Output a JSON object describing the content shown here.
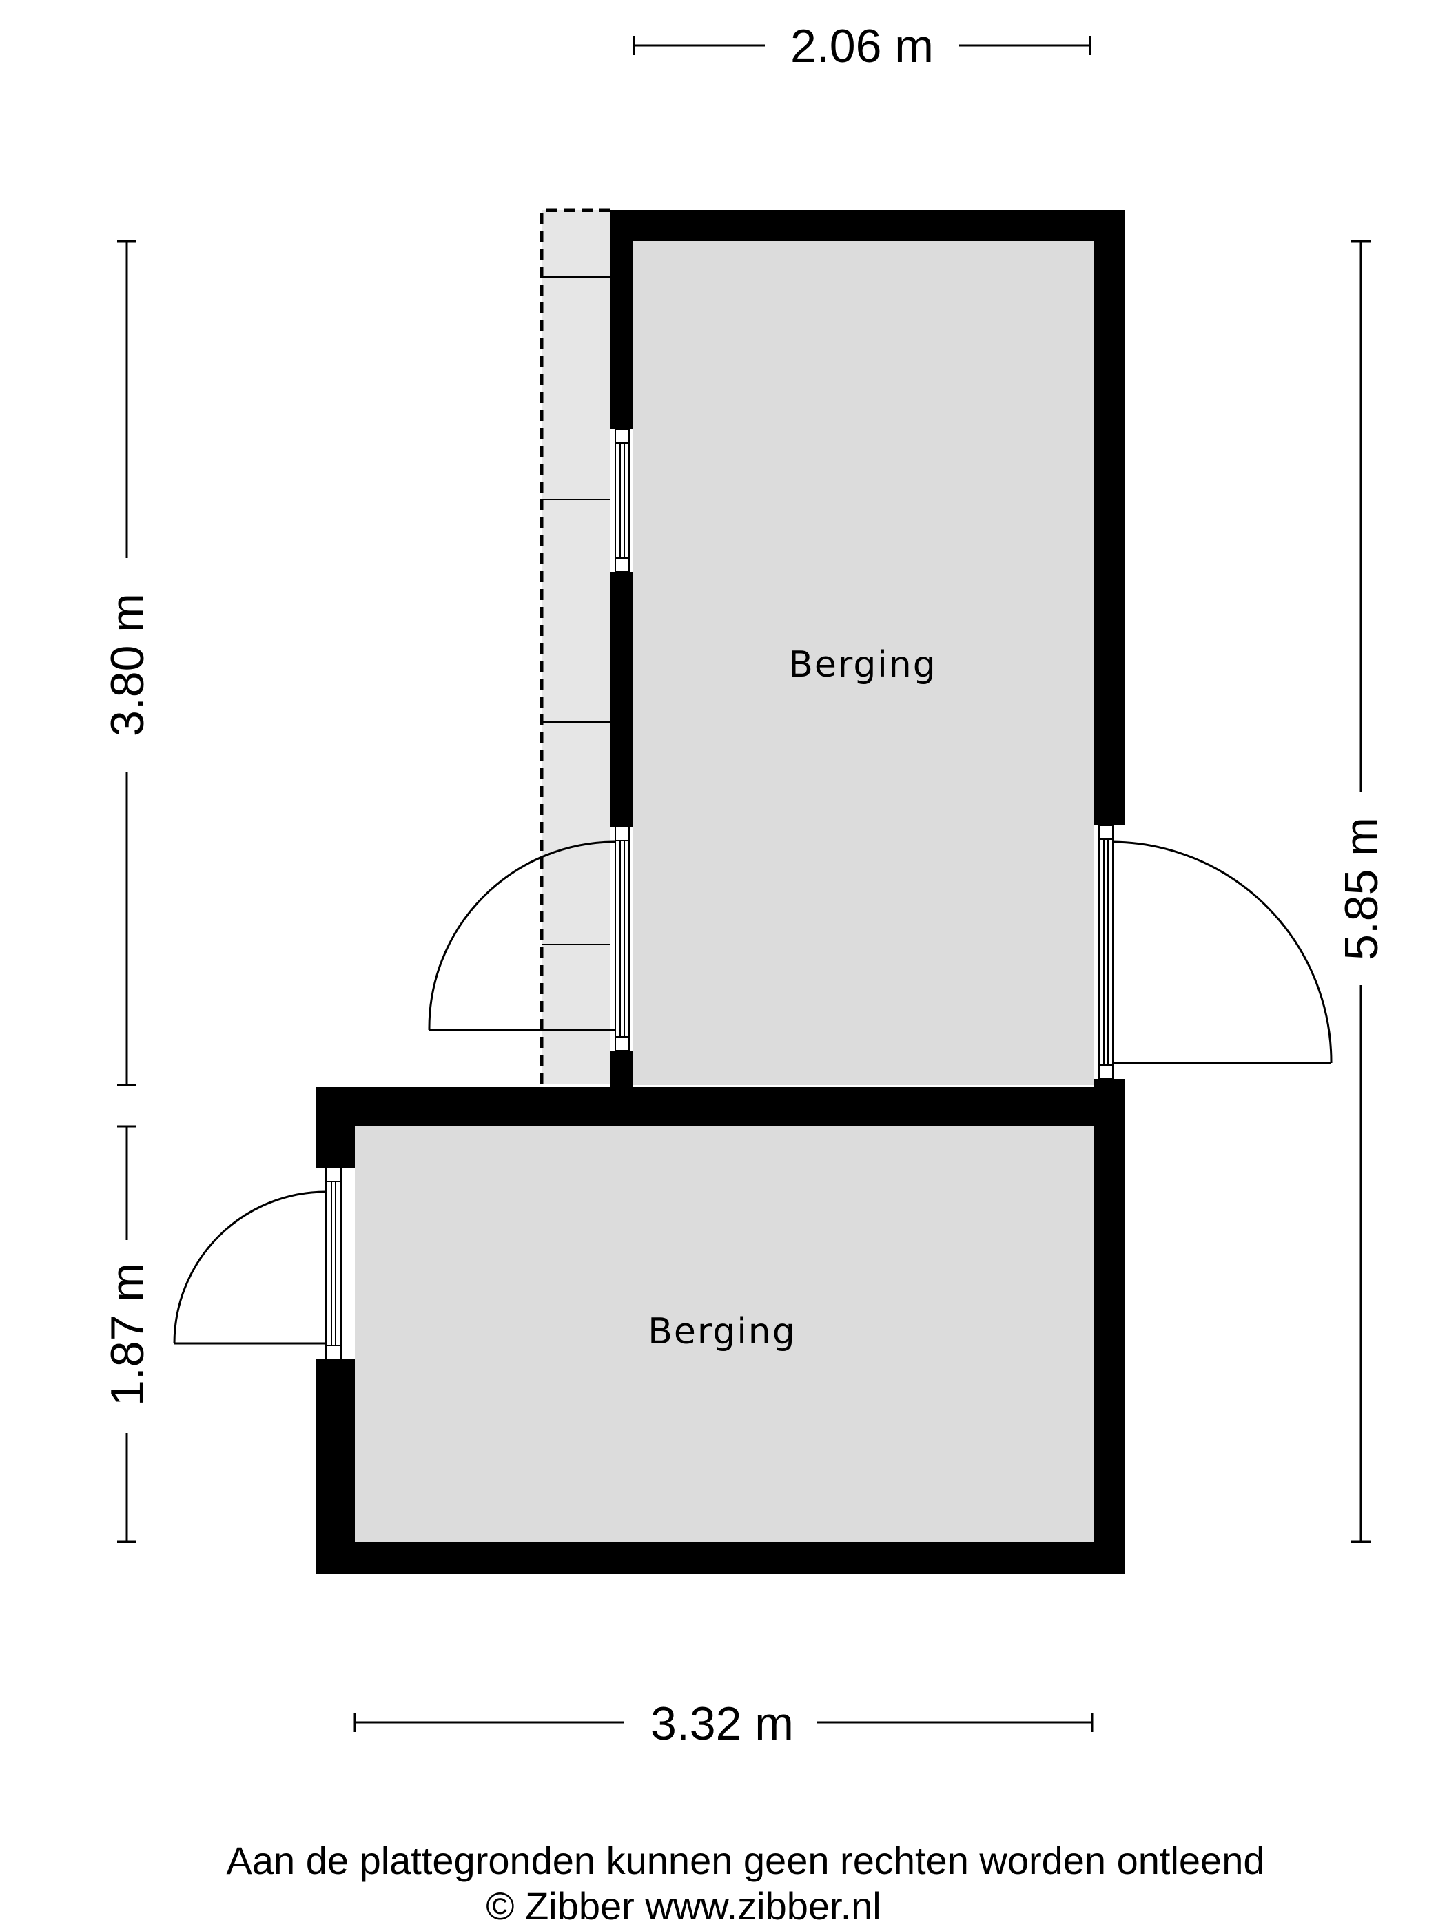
{
  "dimensions": {
    "top_width": "2.06 m",
    "left_upper_height": "3.80 m",
    "left_lower_height": "1.87 m",
    "right_total_height": "5.85 m",
    "bottom_width": "3.32 m"
  },
  "rooms": {
    "upper": "Berging",
    "lower": "Berging"
  },
  "footer": {
    "disclaimer": "Aan de plattegronden kunnen geen rechten worden ontleend",
    "copyright": "© Zibber www.zibber.nl"
  },
  "colors": {
    "wall": "#000000",
    "floor": "#dcdcdc",
    "background": "#ffffff"
  }
}
